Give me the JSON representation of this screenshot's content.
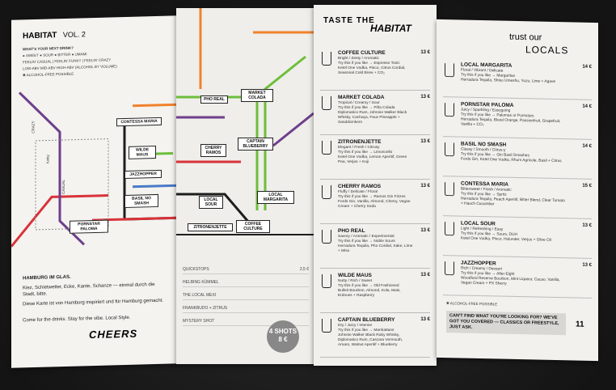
{
  "left_panel": {
    "title": "HABITAT",
    "vol": "VOL. 2",
    "legend_title": "WHAT'S YOUR NEXT DRINK?",
    "legend_row1": "● SWEET  ● SOUR  ● BITTER  ● UMAMI",
    "legend_row2": "FEELIN' CASUAL  |  FEELIN' FUNKY  |  FEELIN' CRAZY",
    "legend_row3": "LOW-ABV  MID-ABV  HIGH-ABV (ALCOHOL BY VOLUME)",
    "legend_row4": "✱ ALCOHOL-FREE POSSIBLE",
    "casual": "CASUAL",
    "funky": "funky",
    "crazy": "CRAZY",
    "hamburg_title": "HAMBURG IM GLAS.",
    "hamburg_p1": "Kiez, Schietwetter, Ecke, Kante, Schanze — einmal durch die Stadt, bitte.",
    "hamburg_p2": "Diese Karte ist von Hamburg inspiriert und für Hamburg gemacht.",
    "hamburg_p3": "Come for the drinks. Stay for the vibe. Local Style.",
    "cheers": "CHEERS"
  },
  "stations": {
    "pho_real": "PHO REAL",
    "market_colada": "MARKET COLADA",
    "contessa_maria": "CONTESSA MARIA",
    "wilde_maus": "WILDE MAUS",
    "cherry_ramos": "CHERRY RAMOS",
    "captain_blueberry": "CAPTAIN BLUEBERRY",
    "jazzhopper": "JAZZHOPPER",
    "basil_no_smash": "BASIL NO SMASH",
    "local_sour": "LOCAL SOUR",
    "local_margarita": "LOCAL MARGARITA",
    "pornstar_paloma": "PORNSTAR PALOMA",
    "zitronenjette": "ZITRONENJETTE",
    "coffee_culture": "COFFEE CULTURE"
  },
  "shots": {
    "rows": [
      {
        "name": "QUICKSTOPS",
        "price": "2,5 €"
      },
      {
        "name": "HELBING KÜMMEL",
        "price": ""
      },
      {
        "name": "THE LOCAL MEXI",
        "price": ""
      },
      {
        "name": "FRANKBUDO + ZITRUS",
        "price": ""
      },
      {
        "name": "MYSTERY SHOT",
        "price": ""
      }
    ],
    "badge_line1": "4 SHOTS",
    "badge_line2": "8 €"
  },
  "taste": {
    "title_a": "TASTE THE",
    "title_b": "HABITAT",
    "items": [
      {
        "name": "COFFEE CULTURE",
        "desc1": "Bright / Zesty / Aromatic",
        "desc2": "Try this if you like → Espresso Tonic",
        "desc3": "Ketel One Vodka, Pisco, Citrus Cordial, Seasonal Cold Brew + CO₂",
        "price": "13 €"
      },
      {
        "name": "MARKET COLADA",
        "desc1": "Tropical / Creamy / Sour",
        "desc2": "Try this if you like → Piña Colada",
        "desc3": "Diplomatico Rum, Johnnie Walker Black Whisky, Cachaça, Faux Pineapple + Sanddornkern",
        "price": "13 €"
      },
      {
        "name": "ZITRONENJETTE",
        "desc1": "Elegant / Fresh / Citrusy",
        "desc2": "Try this if you like → Limoncello",
        "desc3": "Ketel One Vodka, Lemon Aperitif, Green Pea, Verjus + Koji",
        "price": "13 €"
      },
      {
        "name": "CHERRY RAMOS",
        "desc1": "Fluffy / Delicate / Floral",
        "desc2": "Try this if you like → Ramos Gin Fizzes",
        "desc3": "Fords Gin, Vanilla, Almond, Cherry, Vegan Cream + Cherry Soda",
        "price": "13 €"
      },
      {
        "name": "PHO REAL",
        "desc1": "Savory / Aromatic / Experimental",
        "desc2": "Try this if you like → Noble Sours",
        "desc3": "Herradura Tequila, Pho Cordial, Sake, Lime + Miso",
        "price": "13 €"
      },
      {
        "name": "WILDE MAUS",
        "desc1": "Nutty / Rich / Sweet",
        "desc2": "Try this if you like → Old Fashioned",
        "desc3": "Bulleit Bourbon, Almond, Kola, Mais, Erdnuss + Raspberry",
        "price": "13 €"
      },
      {
        "name": "CAPTAIN BLUEBERRY",
        "desc1": "Dry / Juicy / Intense",
        "desc2": "Try this if you like → Manhattans",
        "desc3": "Johnnie Walker Black Ruby Whisky, Diplomatico Rum, Cascara Vermouth, Amaro, Walnut Aperitif + Blueberry",
        "price": "13 €"
      }
    ]
  },
  "locals": {
    "title_a": "trust our",
    "title_b": "LOCALS",
    "items": [
      {
        "name": "LOCAL MARGARITA",
        "desc1": "Floral / Vibrant / Delicate",
        "desc2": "Try this if you like → Margaritas",
        "desc3": "Herradura Tequila, Shiso Umeshu, Yuzu, Lime + Agave",
        "price": "14 €"
      },
      {
        "name": "PORNSTAR PALOMA",
        "desc1": "Juicy / Sparkling / Easygoing",
        "desc2": "Try this if you like → Palomas or Pornstars",
        "desc3": "Herradura Tequila, Blood Orange, Passionfruit, Grapefruit, Vanilla + CO₂",
        "price": "14 €"
      },
      {
        "name": "BASIL NO SMASH",
        "desc1": "Classy / Smooth / Citrus-y",
        "desc2": "Try this if you like → Gin Basil Smashes",
        "desc3": "Fords Gin, Ketel One Vodka, Rhum Agricole, Basil + Citrus",
        "price": "14 €"
      },
      {
        "name": "CONTESSA MARIA",
        "desc1": "Bittersweet / Fresh / Aromatic",
        "desc2": "Try this if you like → Spritz",
        "desc3": "Herradura Tequila, Peach Aperitif, Bitter Blend, Clear Tomato + Hauch Cucumber",
        "price": "15 €"
      },
      {
        "name": "LOCAL SOUR",
        "desc1": "Light / Refreshing / Easy",
        "desc2": "Try this if you like → Sours, DUH",
        "desc3": "Ketel One Vodka, Pisco, Holunder, Verjus + Olive Oil",
        "price": "13 €"
      },
      {
        "name": "JAZZHOPPER",
        "desc1": "Rich / Creamy / Dessert",
        "desc2": "Try this if you like → After Eight",
        "desc3": "Woodford Reserve Bourbon, Mint Liqueur, Cacao, Vanilla, Vegan Cream + PX Sherry",
        "price": "13 €"
      }
    ],
    "alcohol_free": "✱ ALCOHOL-FREE POSSIBLE",
    "note": "CAN'T FIND WHAT YOU'RE LOOKING FOR? WE'VE GOT YOU COVERED — CLASSICS OR FREESTYLE, JUST ASK.",
    "page_num": "11"
  },
  "colors": {
    "sweet": "#d9323a",
    "sour": "#6cbf3b",
    "bitter": "#1d1d1d",
    "umami": "#f0822d",
    "purple": "#6e3f8c",
    "blue": "#4a7ac7"
  }
}
